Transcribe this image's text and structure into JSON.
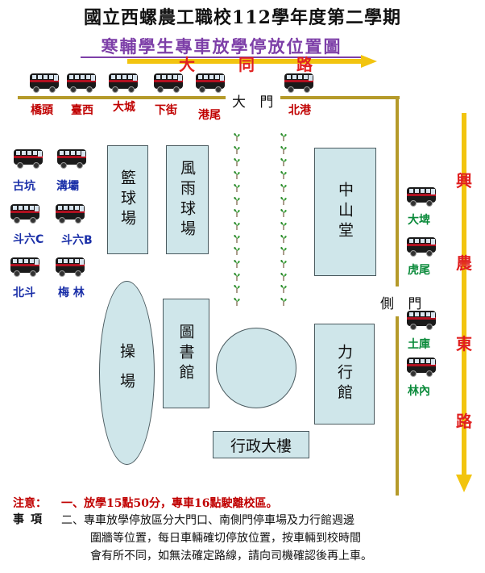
{
  "header": {
    "title": "國立西螺農工職校112學年度第二學期",
    "subtitle": "寒輔學生專車放學停放位置圖"
  },
  "roads": {
    "top": [
      "大",
      "同",
      "路"
    ],
    "right": [
      "興",
      "農",
      "東",
      "路"
    ]
  },
  "gates": {
    "main": "大 門",
    "side": "側 門"
  },
  "stops": {
    "top": [
      "橋頭",
      "臺西",
      "大城",
      "下街",
      "港尾",
      "北港"
    ],
    "left": [
      "古坑",
      "溝壩",
      "斗六C",
      "斗六B",
      "北斗",
      "梅 林"
    ],
    "right": [
      "大埤",
      "虎尾",
      "土庫",
      "林內"
    ]
  },
  "buildings": {
    "basketball": "籃球場",
    "rain_court": "風雨球場",
    "zhongshan": "中山堂",
    "field": "操場",
    "library": "圖書館",
    "lixing": "力行館",
    "admin": "行政大樓"
  },
  "notes": {
    "label_line1": "注意：",
    "label_line2": "事項",
    "item1": "一、放學15點50分，專車16點駛離校區。",
    "item2_line1": "二、專車放學停放區分大門口、南側門停車場及力行館週邊",
    "item2_line2": "圍牆等位置，每日車輛確切停放位置，按車輛到校時間",
    "item2_line3": "會有所不同，如無法確定路線，請向司機確認後再上車。"
  },
  "colors": {
    "road_arrow": "#f2c40f",
    "road_text": "#e02020",
    "wall": "#b59a2a",
    "building_fill": "#cfe6ea",
    "subtitle": "#7d3fa8",
    "stop_top": "#c00000",
    "stop_left": "#1a2fa8",
    "stop_right": "#0a8a3a"
  }
}
